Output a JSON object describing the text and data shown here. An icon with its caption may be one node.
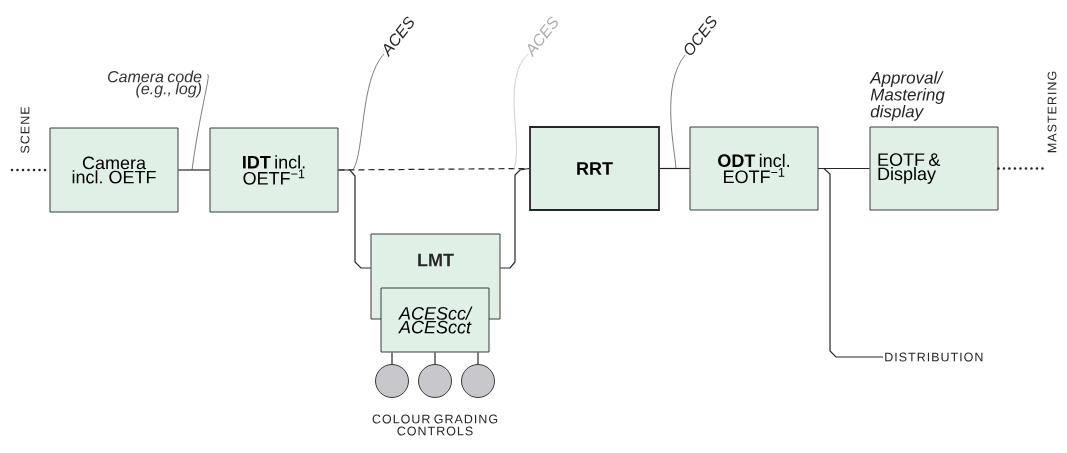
{
  "diagram": {
    "nodes": [
      {
        "text": [
          "Camera incl. OETF"
        ]
      },
      {
        "text": [
          "**IDT** incl. OETF$^{−1}$"
        ]
      },
      {
        "text": [
          "LMT"
        ]
      },
      {
        "text": [
          "ACEScc/ ACEScct"
        ]
      },
      {
        "text": [
          "RRT"
        ]
      },
      {
        "text": [
          "**ODT** incl. EOTF$^{−1}$"
        ]
      },
      {
        "text": [
          "Approval/ Mastering display",
          "EOTF & Display"
        ]
      },
      {
        "text": [],
        "shape": "circle"
      },
      {
        "text": [],
        "shape": "circle"
      },
      {
        "text": [],
        "shape": "circle"
      },
      {
        "text": [
          "DISTRIBUTION"
        ]
      },
      {
        "text": [
          "SCENE"
        ]
      },
      {
        "text": [
          "MASTERING"
        ]
      },
      {
        "text": [
          "Camera code (e.g., log)"
        ]
      },
      {
        "text": [
          "ACES"
        ]
      },
      {
        "text": [
          "ACES"
        ]
      },
      {
        "text": [
          "OCES"
        ]
      }
    ],
    "edges": [
      {
        "from": 11,
        "to": 0,
        "arrow": "none",
        "style": "dashed"
      },
      {
        "from": 0,
        "to": 1,
        "arrow": "none"
      },
      {
        "from": 1,
        "to": 4,
        "arrow": "none",
        "style": "dashed"
      },
      {
        "from": 1,
        "to": 2,
        "arrow": "none"
      },
      {
        "from": 2,
        "to": 4,
        "arrow": "none"
      },
      {
        "from": 4,
        "to": 5,
        "arrow": "none"
      },
      {
        "from": 5,
        "to": 6,
        "arrow": "none"
      },
      {
        "from": 5,
        "to": 10,
        "arrow": "none"
      },
      {
        "from": 6,
        "to": 12,
        "arrow": "none",
        "style": "dashed"
      },
      {
        "from": 3,
        "to": 7,
        "arrow": "none"
      },
      {
        "from": 3,
        "to": 8,
        "arrow": "none"
      },
      {
        "from": 3,
        "to": 9,
        "arrow": "none"
      },
      {
        "from": 13,
        "to": null,
        "arrow": "none"
      },
      {
        "from": 14,
        "to": null,
        "arrow": "none"
      },
      {
        "from": 15,
        "to": null,
        "arrow": "none",
        "color": "#b0b0b0"
      },
      {
        "from": 16,
        "to": null,
        "arrow": "none"
      }
    ],
    "labels": [
      "COLOUR GRADING CONTROLS"
    ]
  }
}
